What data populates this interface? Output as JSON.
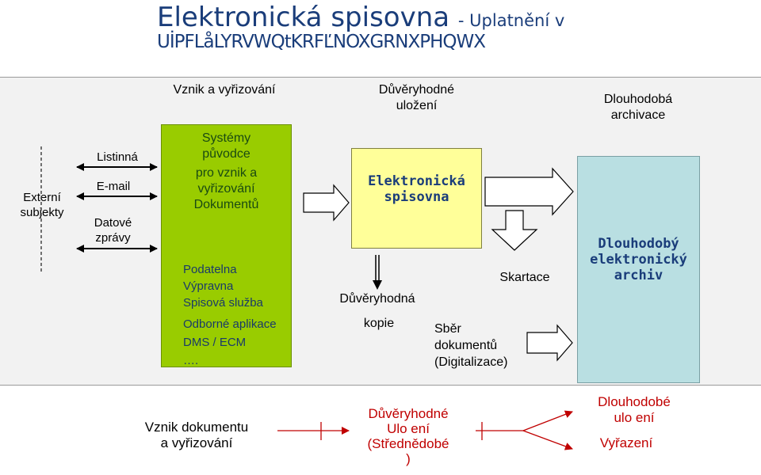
{
  "title": {
    "main": "Elektronická spisovna",
    "sub": "- Uplatnění v",
    "line2": "UİPFLåLYRVWQtKRFĽNOXGRNXPHQWX"
  },
  "headers": {
    "vznik": "Vznik a vyřizování",
    "duveryhodne_1": "Důvěryhodné",
    "duveryhodne_2": "uložení",
    "dlouhodoba_1": "Dlouhodobá",
    "dlouhodoba_2": "archivace"
  },
  "left": {
    "externi_1": "Externí",
    "externi_2": "subjekty",
    "listinna": "Listinná",
    "email": "E-mail",
    "datove_1": "Datové",
    "datove_2": "zprávy"
  },
  "green_box": {
    "line1": "Systémy",
    "line2": "původce",
    "line3": "pro vznik a",
    "line4": "vyřizování",
    "line5": "Dokumentů",
    "items": [
      "Podatelna",
      "Výpravna",
      "Spisová služba",
      "Odborné aplikace",
      "DMS / ECM",
      "…."
    ]
  },
  "yellow_box": {
    "line1": "Elektronická",
    "line2": "spisovna"
  },
  "blue_box": {
    "line1": "Dlouhodobý",
    "line2": "elektronický",
    "line3": "archiv"
  },
  "middle": {
    "duveryhodna": "Důvěryhodná",
    "kopie": "kopie",
    "skartace": "Skartace",
    "sber_1": "Sběr",
    "sber_2": "dokumentů",
    "sber_3": "(Digitalizace)"
  },
  "bottom": {
    "vznik_1": "Vznik dokumentu",
    "vznik_2": "a vyřizování",
    "stred_1": "Důvěryhodné",
    "stred_2": "Ulo ení",
    "stred_3": "(Střednědobé",
    "stred_4": ")",
    "dlouho_1": "Dlouhodobé",
    "dlouho_2": "ulo ení",
    "vyrazeni": "Vyřazení"
  },
  "colors": {
    "green": "#99cc00",
    "yellow": "#ffff99",
    "blue": "#b9dfe2",
    "title": "#1a3d7a",
    "red": "#c00000"
  }
}
